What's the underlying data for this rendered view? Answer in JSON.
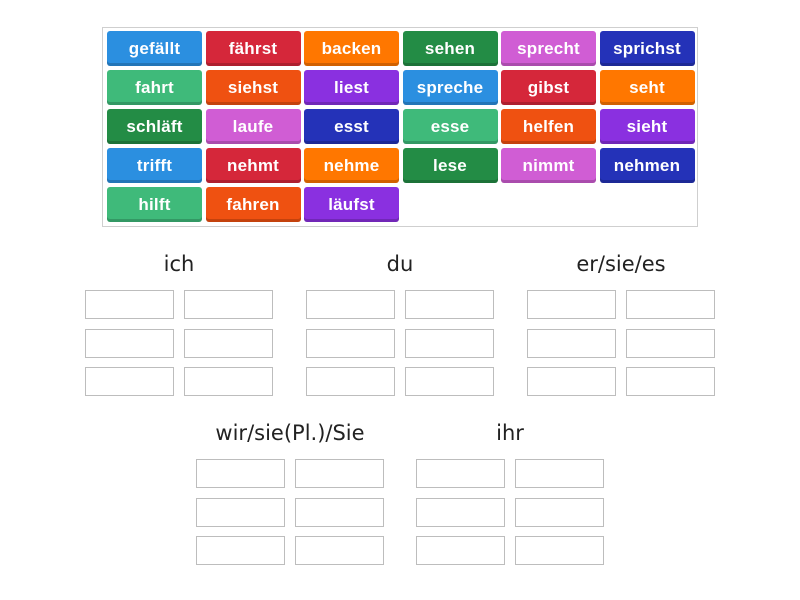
{
  "palette": {
    "blue": "#2b8fe0",
    "red": "#d5273a",
    "orange": "#ff7700",
    "green": "#238c45",
    "pink": "#d05dd4",
    "navy": "#2432b8",
    "teal": "#3fba7a",
    "orangered": "#ef5111",
    "purple": "#8a30e0",
    "blue_light": "#2b8fe0"
  },
  "tiles": [
    {
      "label": "gefällt",
      "color": "blue"
    },
    {
      "label": "fährst",
      "color": "red"
    },
    {
      "label": "backen",
      "color": "orange"
    },
    {
      "label": "sehen",
      "color": "green"
    },
    {
      "label": "sprecht",
      "color": "pink"
    },
    {
      "label": "sprichst",
      "color": "navy"
    },
    {
      "label": "fahrt",
      "color": "teal"
    },
    {
      "label": "siehst",
      "color": "orangered"
    },
    {
      "label": "liest",
      "color": "purple"
    },
    {
      "label": "spreche",
      "color": "blue"
    },
    {
      "label": "gibst",
      "color": "red"
    },
    {
      "label": "seht",
      "color": "orange"
    },
    {
      "label": "schläft",
      "color": "green"
    },
    {
      "label": "laufe",
      "color": "pink"
    },
    {
      "label": "esst",
      "color": "navy"
    },
    {
      "label": "esse",
      "color": "teal"
    },
    {
      "label": "helfen",
      "color": "orangered"
    },
    {
      "label": "sieht",
      "color": "purple"
    },
    {
      "label": "trifft",
      "color": "blue"
    },
    {
      "label": "nehmt",
      "color": "red"
    },
    {
      "label": "nehme",
      "color": "orange"
    },
    {
      "label": "lese",
      "color": "green"
    },
    {
      "label": "nimmt",
      "color": "pink"
    },
    {
      "label": "nehmen",
      "color": "navy"
    },
    {
      "label": "hilft",
      "color": "teal"
    },
    {
      "label": "fahren",
      "color": "orangered"
    },
    {
      "label": "läufst",
      "color": "purple"
    }
  ],
  "groups": [
    {
      "title": "ich"
    },
    {
      "title": "du"
    },
    {
      "title": "er/sie/es"
    },
    {
      "title": "wir/sie(Pl.)/Sie"
    },
    {
      "title": "ihr"
    }
  ]
}
